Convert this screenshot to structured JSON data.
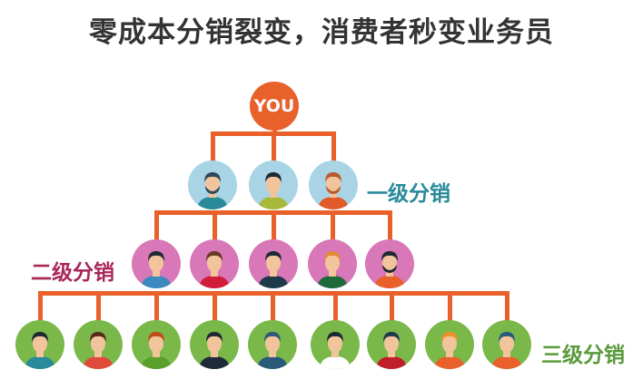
{
  "title": "零成本分销裂变，消费者秒变业务员",
  "root": {
    "label": "YOU",
    "color": "#e8602a"
  },
  "connector_color": "#e8602a",
  "levels": [
    {
      "label": "一级分销",
      "label_color": "#2a8a9a",
      "circle_color": "#a8d4e6",
      "count": 3,
      "people": [
        {
          "hair": "#2d4a5a",
          "skin": "#f2c49b",
          "shirt": "#2a8a9a",
          "beard": true
        },
        {
          "hair": "#1e2a33",
          "skin": "#f2c49b",
          "shirt": "#a8b83a",
          "beard": false
        },
        {
          "hair": "#b85a2a",
          "skin": "#f2c49b",
          "shirt": "#e05a2a",
          "beard": true
        }
      ]
    },
    {
      "label": "二级分销",
      "label_color": "#a8285a",
      "circle_color": "#d978b8",
      "count": 5,
      "people": [
        {
          "hair": "#1e2a33",
          "skin": "#f2c49b",
          "shirt": "#3a8ac0",
          "beard": false
        },
        {
          "hair": "#6a3a22",
          "skin": "#f2c49b",
          "shirt": "#d01e3a",
          "beard": false
        },
        {
          "hair": "#1e2a33",
          "skin": "#f2c49b",
          "shirt": "#1e3a4a",
          "beard": false
        },
        {
          "hair": "#e08a3a",
          "skin": "#f2c49b",
          "shirt": "#1e6a3a",
          "beard": false
        },
        {
          "hair": "#1e2a33",
          "skin": "#f2c49b",
          "shirt": "#e8602a",
          "beard": true
        }
      ]
    },
    {
      "label": "三级分销",
      "label_color": "#5a9a3a",
      "circle_color": "#7ab84a",
      "count": 9,
      "people": [
        {
          "hair": "#1e2a33",
          "skin": "#f2c49b",
          "shirt": "#2a8a9a",
          "beard": false
        },
        {
          "hair": "#5a2a1a",
          "skin": "#f2c49b",
          "shirt": "#e04a3a",
          "beard": false
        },
        {
          "hair": "#c04a1a",
          "skin": "#f2c49b",
          "shirt": "#5aa02a",
          "beard": false
        },
        {
          "hair": "#1e2a33",
          "skin": "#f2c49b",
          "shirt": "#1e2a3a",
          "beard": false
        },
        {
          "hair": "#2a5a7a",
          "skin": "#f2c49b",
          "shirt": "#2a5a7a",
          "beard": false
        },
        {
          "hair": "#1e2a33",
          "skin": "#f2c49b",
          "shirt": "#ffffff",
          "beard": false
        },
        {
          "hair": "#1e3a4a",
          "skin": "#f2c49b",
          "shirt": "#c01e2a",
          "beard": false
        },
        {
          "hair": "#f0902a",
          "skin": "#f2c49b",
          "shirt": "#e8602a",
          "beard": false
        },
        {
          "hair": "#2a5a7a",
          "skin": "#f2c49b",
          "shirt": "#e8602a",
          "beard": false
        }
      ]
    }
  ]
}
